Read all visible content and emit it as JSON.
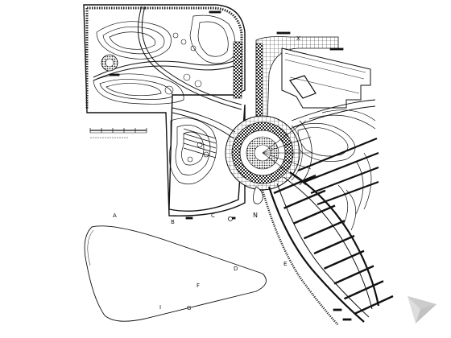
{
  "drawing": {
    "type": "landscape master site plan (CAD line drawing)",
    "north_marker": "N",
    "labels": [
      {
        "id": "label-a",
        "text": "A"
      },
      {
        "id": "label-b",
        "text": "B"
      },
      {
        "id": "label-c",
        "text": "C"
      },
      {
        "id": "label-n",
        "text": "N"
      },
      {
        "id": "label-d",
        "text": "D"
      },
      {
        "id": "label-e",
        "text": "E"
      },
      {
        "id": "label-f",
        "text": "F"
      },
      {
        "id": "label-g",
        "text": "G"
      },
      {
        "id": "label-i",
        "text": "I"
      },
      {
        "id": "label-x",
        "text": "X"
      }
    ]
  },
  "colors": {
    "ink": "#111111",
    "paper": "#ffffff",
    "hatch": "#222222",
    "watermark": "#cccccc"
  },
  "icons": {
    "watermark": "triangular-logo-icon"
  }
}
